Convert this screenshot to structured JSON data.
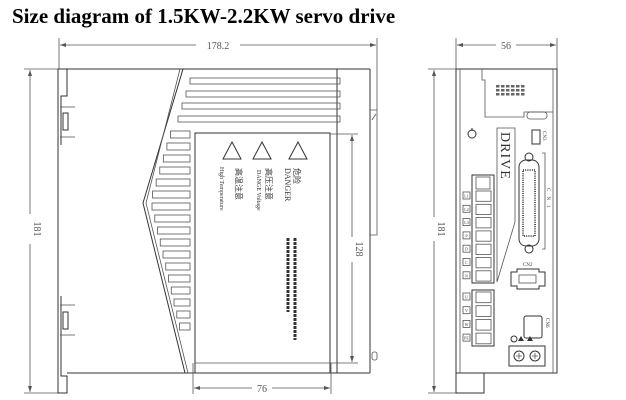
{
  "title": "Size diagram of 1.5KW-2.2KW servo drive",
  "side_view": {
    "width_dim": "178.2",
    "height_dim": "181",
    "panel_height_dim": "128",
    "panel_width_dim": "76",
    "warnings": [
      {
        "cn": "危险",
        "en": "DANGER"
      },
      {
        "cn": "高压注意",
        "en": "DANGE Voltage"
      },
      {
        "cn": "高温注意",
        "en": "High Temperature"
      }
    ]
  },
  "front_view": {
    "width_dim": "56",
    "height_dim": "181",
    "brand": "DRIVE",
    "connectors": {
      "cn1": "CN1",
      "cn2": "CN2",
      "cn3": "CN3",
      "cn6": "CN6"
    },
    "power_terminals": [
      "L1",
      "L2",
      "L3",
      "P",
      "D",
      "C",
      "N"
    ],
    "motor_terminals": [
      "U",
      "V",
      "W",
      "PE"
    ]
  },
  "colors": {
    "line": "#333333",
    "dimension": "#555555"
  }
}
